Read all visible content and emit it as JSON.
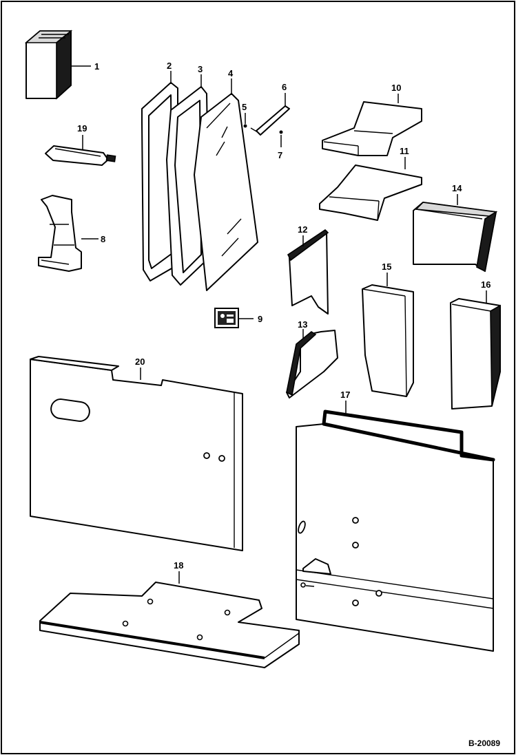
{
  "diagram": {
    "reference_code": "B-20089",
    "callouts": [
      "1",
      "2",
      "3",
      "4",
      "5",
      "6",
      "7",
      "8",
      "9",
      "10",
      "11",
      "12",
      "13",
      "14",
      "15",
      "16",
      "17",
      "18",
      "19",
      "20"
    ]
  }
}
